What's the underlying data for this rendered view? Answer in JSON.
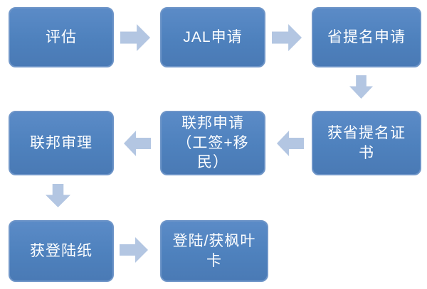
{
  "diagram": {
    "type": "flowchart",
    "language": "zh-CN",
    "colors": {
      "node_fill": "#4e81bd",
      "node_border": "#6e95c8",
      "arrow": "#b3c6e2",
      "text": "#ffffff",
      "background": "#ffffff"
    },
    "nodes": [
      {
        "id": "evaluation",
        "label": "评估"
      },
      {
        "id": "jal-application",
        "label": "JAL申请"
      },
      {
        "id": "provincial-nomination-application",
        "label": "省提名申请"
      },
      {
        "id": "provincial-nomination-certificate",
        "label": "获省提名证\n书"
      },
      {
        "id": "federal-application",
        "label": "联邦申请\n（工签+移民）"
      },
      {
        "id": "federal-review",
        "label": "联邦审理"
      },
      {
        "id": "landing-paper",
        "label": "获登陆纸"
      },
      {
        "id": "maple-leaf-card",
        "label": "登陆/获枫叶\n卡"
      }
    ],
    "edges": [
      {
        "from": "评估",
        "to": "JAL申请",
        "direction": "right"
      },
      {
        "from": "JAL申请",
        "to": "省提名申请",
        "direction": "right"
      },
      {
        "from": "省提名申请",
        "to": "获省提名证书",
        "direction": "down"
      },
      {
        "from": "获省提名证书",
        "to": "联邦申请（工签+移民）",
        "direction": "left"
      },
      {
        "from": "联邦申请（工签+移民）",
        "to": "联邦审理",
        "direction": "left"
      },
      {
        "from": "联邦审理",
        "to": "获登陆纸",
        "direction": "down"
      },
      {
        "from": "获登陆纸",
        "to": "登陆/获枫叶卡",
        "direction": "right"
      }
    ]
  }
}
